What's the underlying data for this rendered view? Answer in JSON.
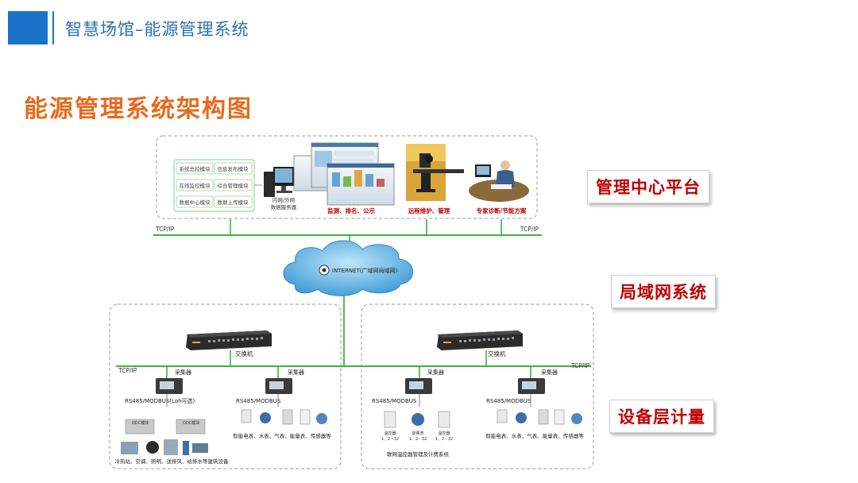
{
  "header": {
    "title": "智慧场馆–能源管理系统"
  },
  "page_title": "能源管理系统架构图",
  "layers": {
    "management": "管理中心平台",
    "network": "局域网系统",
    "device": "设备层计量"
  },
  "platform": {
    "modules": [
      "系统总控模块",
      "信息发布模块",
      "在线监控模块",
      "综合管理模块",
      "数据中心模块",
      "数据上传模块"
    ],
    "server_label_1": "内网/外网",
    "server_label_2": "数据服务器",
    "caption_monitor": "监测、排名、公示",
    "caption_remote": "远程维护、管理",
    "caption_expert": "专家诊断/节能方案"
  },
  "network": {
    "tcp_ip": "TCP/IP",
    "internet": "INTERNET(广域网局域网)",
    "switch": "交换机",
    "collector": "采集器"
  },
  "left_group": {
    "rs485_a": "RS485/MODBUS(Loh可选)",
    "rs485_b": "RS485/MODBUS",
    "ddc": "DDC模块",
    "caption_a": "冷热站、空调、照明、送排风、给排水等建筑设备",
    "caption_b": "智能电表、水表、气表、能量表、传感器等"
  },
  "right_group": {
    "rs485_a": "RS485/MODBUS",
    "rs485_b": "RS485/MODBUS",
    "meter_a": "温控器",
    "meter_b": "能量表",
    "meter_c": "温控器",
    "meter_sub": "1、2···32",
    "caption_a": "联网温控器管理及计费系统",
    "caption_b": "智能电表、水表、气表、能量表、传感器等"
  },
  "colors": {
    "accent_blue": "#1a73c9",
    "title_orange": "#e86a1c",
    "label_red": "#c00000",
    "bus_green": "#3cb43c"
  }
}
